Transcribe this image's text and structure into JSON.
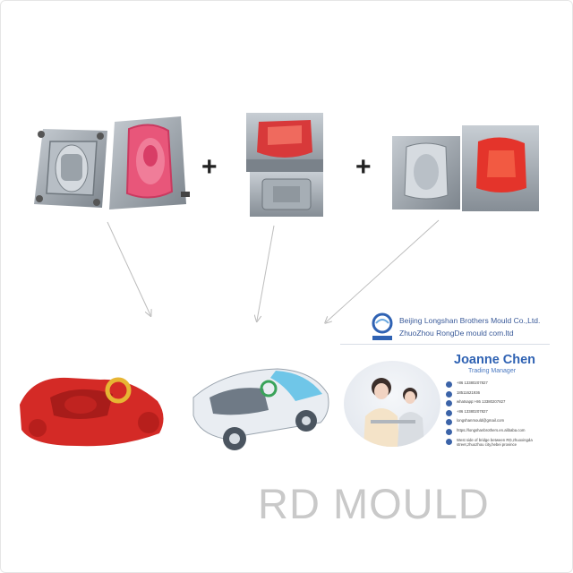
{
  "signs": {
    "plus1": "+",
    "plus2": "+"
  },
  "card": {
    "company_line1": "Beijing Longshan Brothers Mould Co.,Ltd.",
    "company_line2": "ZhuoZhou RongDe mould com.ltd",
    "name": "Joanne Chen",
    "job_title": "Trading Manager",
    "contacts": [
      {
        "icon": "phone-icon",
        "text": "+86 13380207827"
      },
      {
        "icon": "wechat-icon",
        "text": "18511621936"
      },
      {
        "icon": "whatsapp-icon",
        "text": "whatsapp:+86 13380207827"
      },
      {
        "icon": "telephone-icon",
        "text": "+86 13380207827"
      },
      {
        "icon": "email-icon",
        "text": "longshanmould@gmail.com"
      },
      {
        "icon": "facebook-icon",
        "text": "https://longshanbrothers.en.alibaba.com"
      },
      {
        "icon": "location-icon",
        "text": "West side of bridge between RD,zhuoxingda street,zhuozhou city,hebei province"
      }
    ]
  },
  "brand": {
    "text": "RD MOULD"
  },
  "colors": {
    "accent": "#2f62b3",
    "mold_red": "#d42a26",
    "mold_pink": "#e8567a",
    "steel": "#8e969e"
  }
}
